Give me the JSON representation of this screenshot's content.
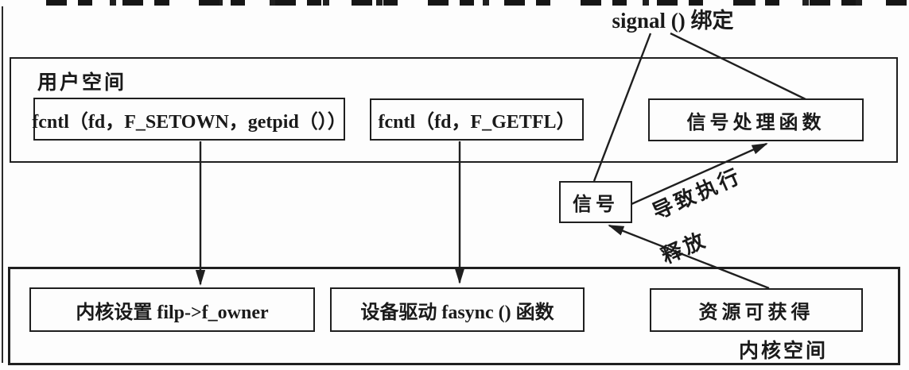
{
  "diagram": {
    "top_annotation": {
      "label": "signal () 绑定"
    },
    "user_space": {
      "label": "用户空间",
      "boxes": {
        "fcntl_setown": "fcntl（fd，F_SETOWN，getpid（））",
        "fcntl_getfl": "fcntl（fd，F_GETFL）",
        "signal_handler": "信号处理函数"
      }
    },
    "signal_box": {
      "label": "信号"
    },
    "kernel_space": {
      "label": "内核空间",
      "boxes": {
        "kernel_set_owner": "内核设置 filp->f_owner",
        "driver_fasync": "设备驱动 fasync () 函数",
        "resource_available": "资源可获得"
      }
    },
    "edges": {
      "cause_execution": "导致执行",
      "release": "释放"
    },
    "colors": {
      "line": "#1f1f1f",
      "background": "#fdfdfd"
    }
  }
}
